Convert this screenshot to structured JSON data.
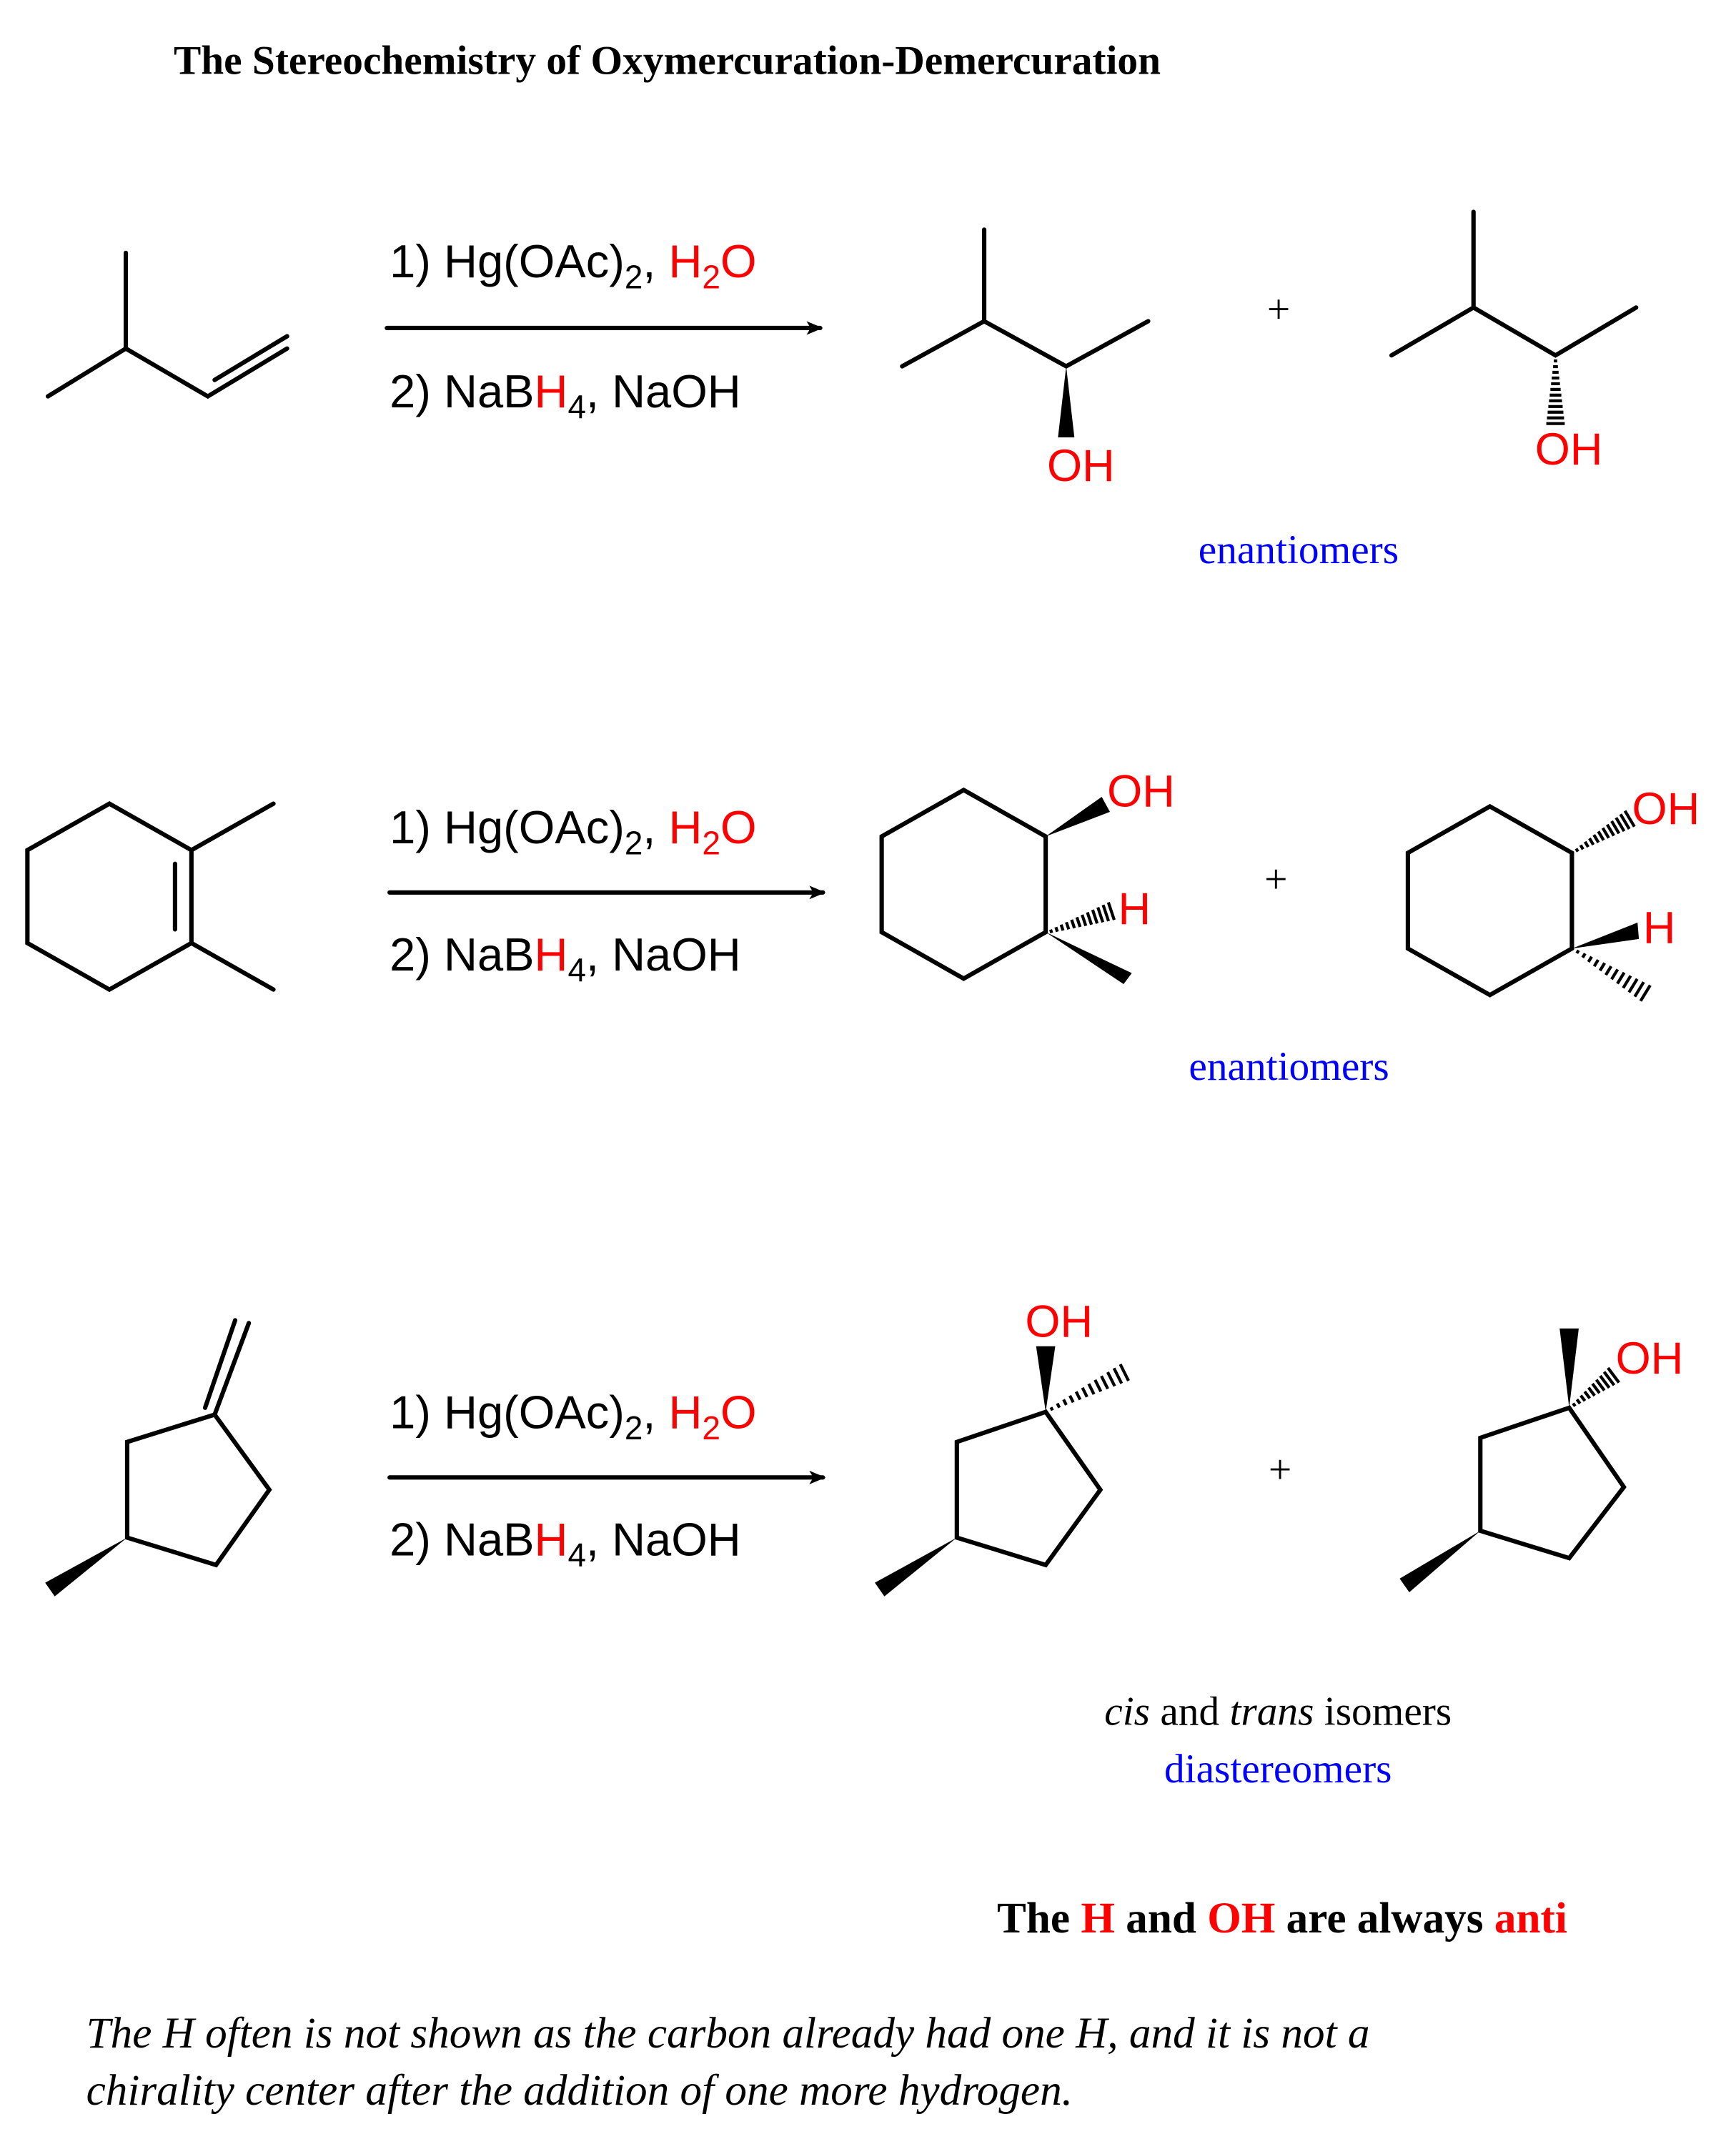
{
  "title": "The Stereochemistry of Oxymercuration-Demercuration",
  "colors": {
    "heteroatom": "#ff0000",
    "relationship": "#0000ff",
    "text": "#000000"
  },
  "reactions": [
    {
      "reagents": {
        "step1": {
          "prefix": "1) Hg(OAc)",
          "sub": "2",
          "sep": ", ",
          "water_h": "H",
          "water_sub": "2",
          "water_o": "O"
        },
        "step2": {
          "prefix": "2) NaB",
          "h": "H",
          "sub": "4",
          "suffix": ", NaOH"
        }
      },
      "product_labels": [
        "OH",
        "OH"
      ],
      "plus": "+",
      "relationship": "enantiomers"
    },
    {
      "reagents": {
        "step1": {
          "prefix": "1) Hg(OAc)",
          "sub": "2",
          "sep": ", ",
          "water_h": "H",
          "water_sub": "2",
          "water_o": "O"
        },
        "step2": {
          "prefix": "2) NaB",
          "h": "H",
          "sub": "4",
          "suffix": ", NaOH"
        }
      },
      "product_labels": [
        "OH",
        "H",
        "OH",
        "H"
      ],
      "plus": "+",
      "relationship": "enantiomers"
    },
    {
      "reagents": {
        "step1": {
          "prefix": "1) Hg(OAc)",
          "sub": "2",
          "sep": ", ",
          "water_h": "H",
          "water_sub": "2",
          "water_o": "O"
        },
        "step2": {
          "prefix": "2) NaB",
          "h": "H",
          "sub": "4",
          "suffix": ", NaOH"
        }
      },
      "product_labels": [
        "OH",
        "OH"
      ],
      "plus": "+",
      "isomer_note": {
        "cis": "cis",
        "and": " and ",
        "trans": "trans",
        "rest": " isomers"
      },
      "relationship": "diastereomers"
    }
  ],
  "summary": {
    "p1": "The ",
    "h": "H",
    "p2": " and ",
    "oh": "OH",
    "p3": " are always ",
    "anti": "anti"
  },
  "footnote": [
    "The H often is not shown as the carbon already had one H, and it is not a",
    "chirality center after the addition of one more hydrogen."
  ]
}
